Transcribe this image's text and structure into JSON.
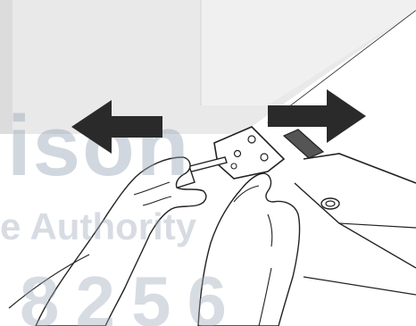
{
  "figure": {
    "description_icons": [
      "arrow-left-icon",
      "arrow-right-icon"
    ],
    "colors": {
      "background": "#ffffff",
      "wall": "#e9e9e9",
      "arrow": "#2a2a2a",
      "line": "#222222",
      "watermark": "#9aa7b9"
    }
  },
  "watermark": {
    "line1": "ison",
    "line2": "e Authority",
    "line3": "8256"
  }
}
